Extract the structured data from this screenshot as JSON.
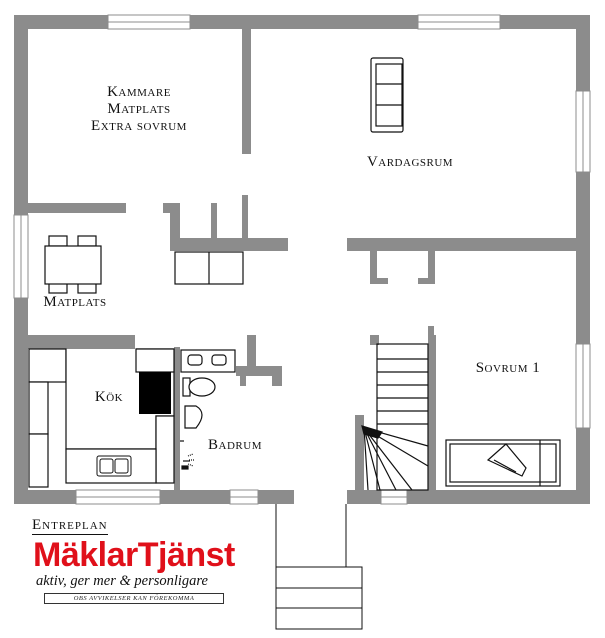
{
  "plan": {
    "title": "Entreplan",
    "rooms": {
      "kammare": [
        "Kammare",
        "Matplats",
        "Extra sovrum"
      ],
      "vardagsrum": "Vardagsrum",
      "matplats": "Matplats",
      "kok": "Kök",
      "badrum": "Badrum",
      "sovrum": "Sovrum 1"
    }
  },
  "brand": {
    "name": "MäklarTjänst",
    "tagline": "aktiv, ger mer & personligare",
    "disclaimer": "OBS AVVIKELSER KAN FÖREKOMMA",
    "name_color": "#e0101a"
  },
  "colors": {
    "wall": "#8c8c8c",
    "line": "#111111"
  }
}
